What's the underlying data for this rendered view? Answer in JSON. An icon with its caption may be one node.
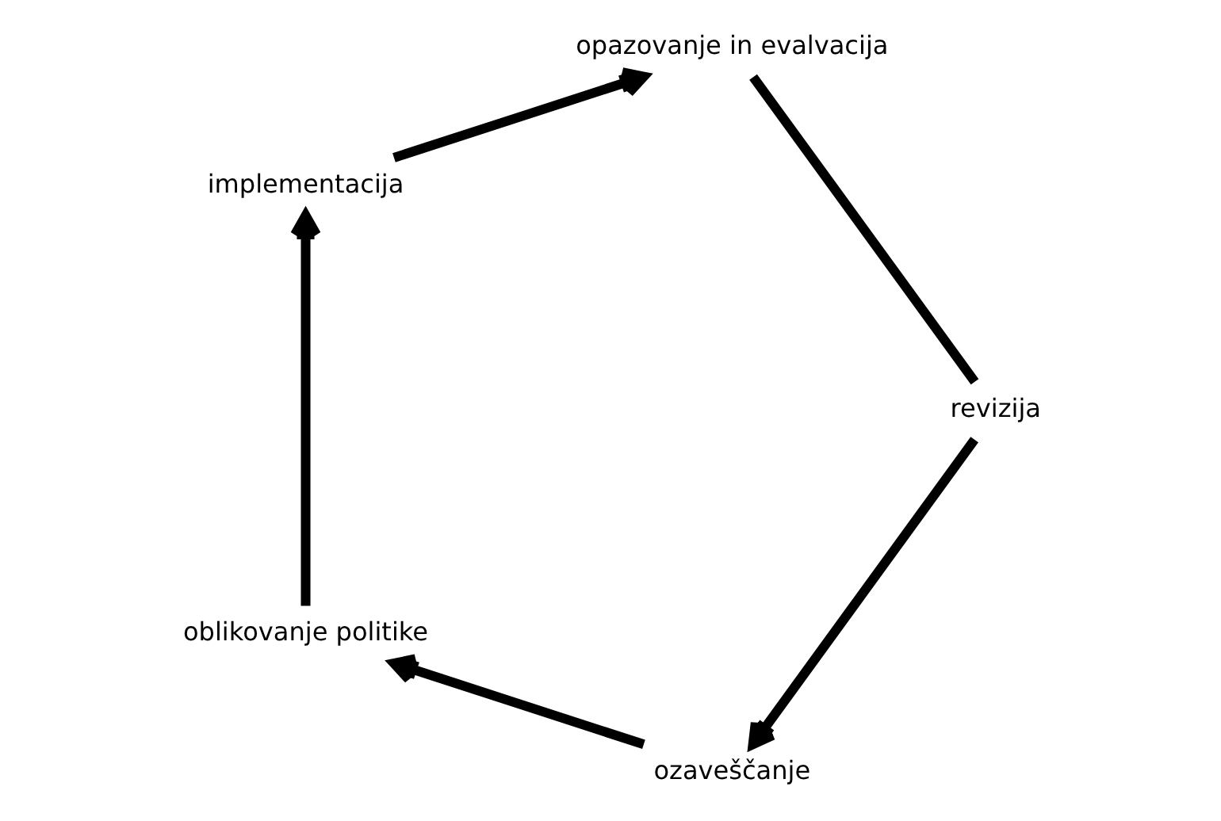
{
  "diagram": {
    "nodes": [
      {
        "text": [
          "ozaveščanje"
        ]
      },
      {
        "text": [
          "oblikovanje politike"
        ]
      },
      {
        "text": [
          "implementacija"
        ]
      },
      {
        "text": [
          "opazovanje in evalvacija"
        ]
      },
      {
        "text": [
          "revizija"
        ]
      }
    ],
    "edges": [
      {
        "from": 0,
        "to": 1,
        "arrow": "to"
      },
      {
        "from": 1,
        "to": 2,
        "arrow": "to"
      },
      {
        "from": 2,
        "to": 3,
        "arrow": "to"
      },
      {
        "from": 3,
        "to": 4,
        "arrow": "none"
      },
      {
        "from": 4,
        "to": 0,
        "arrow": "to"
      }
    ]
  }
}
